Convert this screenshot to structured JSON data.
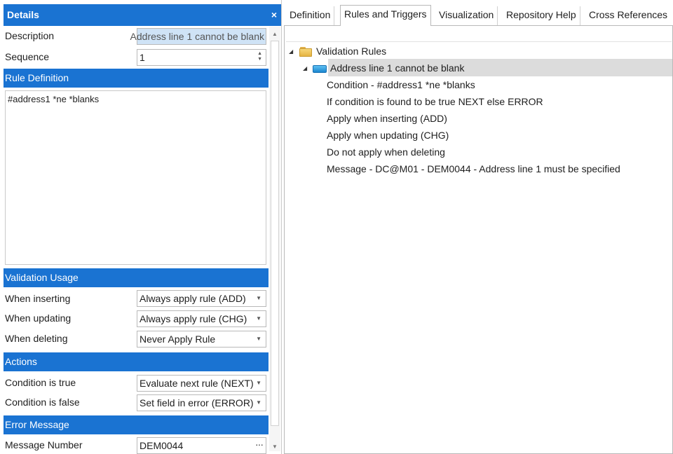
{
  "details": {
    "title": "Details",
    "close_glyph": "×",
    "description_label": "Description",
    "description_value": "Address line 1 cannot be blank",
    "sequence_label": "Sequence",
    "sequence_value": "1",
    "rule_definition_header": "Rule Definition",
    "rule_definition_text": "#address1 *ne *blanks",
    "validation_usage_header": "Validation Usage",
    "when_inserting_label": "When inserting",
    "when_inserting_value": "Always apply rule (ADD)",
    "when_updating_label": "When updating",
    "when_updating_value": "Always apply rule (CHG)",
    "when_deleting_label": "When deleting",
    "when_deleting_value": "Never Apply Rule",
    "actions_header": "Actions",
    "condition_true_label": "Condition is true",
    "condition_true_value": "Evaluate next rule (NEXT)",
    "condition_false_label": "Condition is false",
    "condition_false_value": "Set field in error (ERROR)",
    "error_message_header": "Error Message",
    "message_number_label": "Message Number",
    "message_number_value": "DEM0044"
  },
  "tabs": [
    {
      "label": "Definition",
      "active": false
    },
    {
      "label": "Rules and Triggers",
      "active": true
    },
    {
      "label": "Visualization",
      "active": false
    },
    {
      "label": "Repository Help",
      "active": false
    },
    {
      "label": "Cross References",
      "active": false
    }
  ],
  "tree": {
    "root_label": "Validation Rules",
    "rule_label": "Address line 1 cannot be blank",
    "details": [
      "Condition - #address1 *ne *blanks",
      "If condition is found to be true NEXT else ERROR",
      "Apply when inserting (ADD)",
      "Apply when updating (CHG)",
      "Do not apply when deleting",
      "Message - DC@M01 - DEM0044 - Address line 1 must be specified"
    ]
  },
  "icons": {
    "expander": "triangle-expanded-icon",
    "folder": "folder-icon",
    "rule": "rule-icon",
    "dropdown": "chevron-down-icon",
    "ellipsis": "ellipsis-icon",
    "spinner": "spinner-icon"
  },
  "colors": {
    "header_blue": "#1a73d2",
    "selection_gray": "#dcdcdc",
    "highlight_field": "#cfe3f6"
  }
}
